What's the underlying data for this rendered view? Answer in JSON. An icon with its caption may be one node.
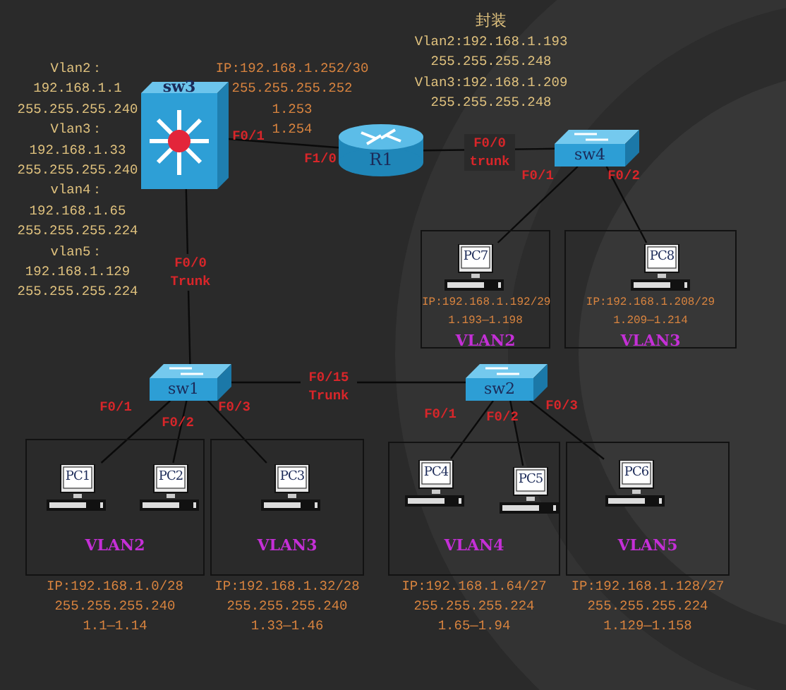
{
  "diagram": {
    "nodes": [
      {
        "text": [
          "sw3"
        ]
      },
      {
        "text": [
          "R1"
        ]
      },
      {
        "text": [
          "sw4"
        ]
      },
      {
        "text": [
          "IP:192.168.1.192/29 1.193—1.198",
          "VLAN2"
        ]
      },
      {
        "text": [
          "PC7"
        ],
        "in": 3
      },
      {
        "text": [
          "IP:192.168.1.208/29 1.209—1.214",
          "VLAN3"
        ]
      },
      {
        "text": [
          "PC8"
        ],
        "in": 5
      },
      {
        "text": [
          "sw1"
        ]
      },
      {
        "text": [
          "sw2"
        ]
      },
      {
        "text": [
          "VLAN2"
        ],
        "beside": [
          "IP:192.168.1.0/28 255.255.255.240 1.1—1.14"
        ]
      },
      {
        "text": [
          "PC1"
        ],
        "in": 9
      },
      {
        "text": [
          "PC2"
        ],
        "in": 9
      },
      {
        "text": [
          "VLAN3"
        ],
        "beside": [
          "IP:192.168.1.32/28 255.255.255.240 1.33—1.46"
        ]
      },
      {
        "text": [
          "PC3"
        ],
        "in": 12
      },
      {
        "text": [
          "VLAN4"
        ],
        "beside": [
          "IP:192.168.1.64/27 255.255.255.224 1.65—1.94"
        ]
      },
      {
        "text": [
          "PC4"
        ],
        "in": 14
      },
      {
        "text": [
          "PC5"
        ],
        "in": 14
      },
      {
        "text": [
          "VLAN5"
        ],
        "beside": [
          "IP:192.168.1.128/27 255.255.255.224 1.129—1.158"
        ]
      },
      {
        "text": [
          "PC6"
        ],
        "in": 17
      }
    ],
    "edges": [
      {
        "from": 0,
        "to": 1,
        "arrow": "none"
      },
      {
        "from": 1,
        "to": 2,
        "arrow": "none",
        "label": "F0/0 trunk"
      },
      {
        "from": 0,
        "to": 7,
        "arrow": "none",
        "label": "F0/0 Trunk"
      },
      {
        "from": 2,
        "to": 4,
        "arrow": "none"
      },
      {
        "from": 2,
        "to": 6,
        "arrow": "none"
      },
      {
        "from": 7,
        "to": 8,
        "arrow": "none",
        "label": "F0/15 Trunk"
      },
      {
        "from": 7,
        "to": 10,
        "arrow": "none"
      },
      {
        "from": 7,
        "to": 11,
        "arrow": "none"
      },
      {
        "from": 7,
        "to": 13,
        "arrow": "none"
      },
      {
        "from": 8,
        "to": 15,
        "arrow": "none"
      },
      {
        "from": 8,
        "to": 16,
        "arrow": "none"
      },
      {
        "from": 8,
        "to": 18,
        "arrow": "none"
      }
    ],
    "labels": [
      "Vlan2： 192.168.1.1 255.255.255.240 Vlan3： 192.168.1.33 255.255.255.240 vlan4： 192.168.1.65 255.255.255.224 vlan5： 192.168.1.129 255.255.255.224",
      "IP:192.168.1.252/30 255.255.255.252 1.253 1.254",
      "封装",
      "Vlan2:192.168.1.193 255.255.255.248 Vlan3:192.168.1.209 255.255.255.248",
      "F0/1",
      "F1/0",
      "F0/1",
      "F0/2",
      "F0/1",
      "F0/2",
      "F0/3",
      "F0/1",
      "F0/2",
      "F0/3"
    ]
  }
}
